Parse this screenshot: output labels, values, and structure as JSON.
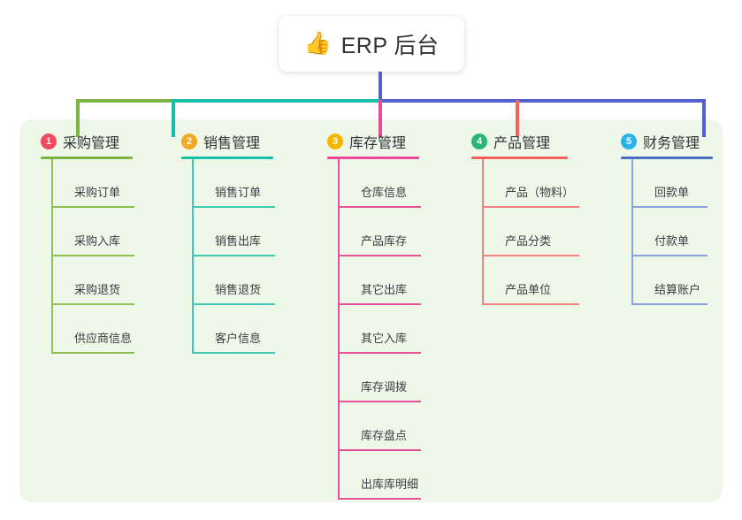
{
  "title": {
    "emoji": "👍",
    "emoji_name": "thumbs-up-icon",
    "text": "ERP 后台"
  },
  "colors": {
    "panel_bg": "#eef8e9",
    "card_bg": "#ffffff",
    "stem": "#5360cd",
    "bus_green": "#7cb342",
    "bus_teal": "#16bfa5",
    "bus_blue": "#5360cd",
    "text": "#303338"
  },
  "columns": [
    {
      "number": "1",
      "title": "采购管理",
      "badge_color": "#f1495f",
      "rule_color": "#7cb342",
      "spine_color": "#8cc152",
      "leaf_rule_color": "#8cc152",
      "head_rule_width": 104,
      "leaf_rule_width": 94,
      "items": [
        "采购订单",
        "采购入库",
        "采购退货",
        "供应商信息"
      ]
    },
    {
      "number": "2",
      "title": "销售管理",
      "badge_color": "#f5a623",
      "rule_color": "#16bfa5",
      "spine_color": "#3ec9b4",
      "leaf_rule_color": "#3ec9b4",
      "head_rule_width": 104,
      "leaf_rule_width": 94,
      "items": [
        "销售订单",
        "销售出库",
        "销售退货",
        "客户信息"
      ]
    },
    {
      "number": "3",
      "title": "库存管理",
      "badge_color": "#f7b500",
      "rule_color": "#ec4899",
      "spine_color": "#e7509b",
      "leaf_rule_color": "#e7509b",
      "head_rule_width": 104,
      "leaf_rule_width": 94,
      "items": [
        "仓库信息",
        "产品库存",
        "其它出库",
        "其它入库",
        "库存调拨",
        "库存盘点",
        "出库库明细"
      ]
    },
    {
      "number": "4",
      "title": "产品管理",
      "badge_color": "#2bb573",
      "rule_color": "#f4615c",
      "spine_color": "#f4837f",
      "leaf_rule_color": "#f4837f",
      "head_rule_width": 109,
      "leaf_rule_width": 110,
      "items": [
        "产品（物料）",
        "产品分类",
        "产品单位"
      ]
    },
    {
      "number": "5",
      "title": "财务管理",
      "badge_color": "#2bb3e8",
      "rule_color": "#4a6fc4",
      "spine_color": "#8aa4dd",
      "leaf_rule_color": "#8aa4dd",
      "head_rule_width": 104,
      "leaf_rule_width": 86,
      "items": [
        "回款单",
        "付款单",
        "结算账户"
      ]
    }
  ]
}
